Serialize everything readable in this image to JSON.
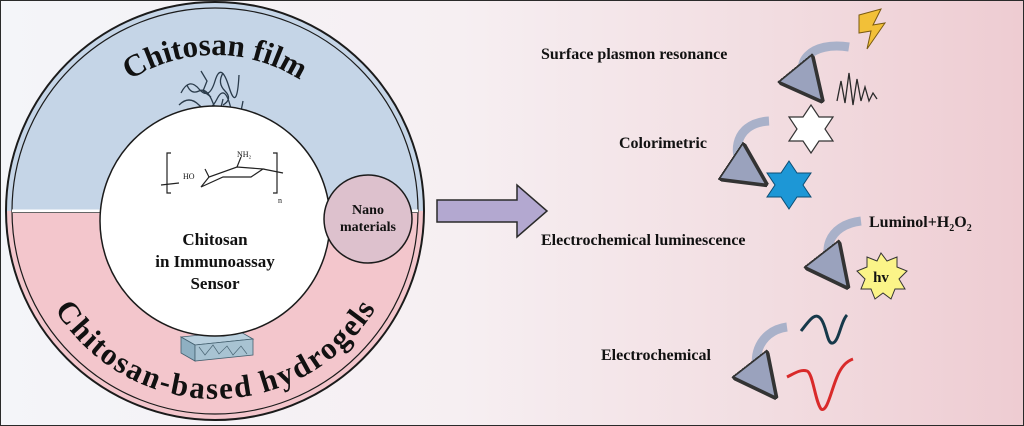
{
  "outer_ring": {
    "top_label": "Chitosan film",
    "bottom_label": "Chitosan-based hydrogels"
  },
  "center": {
    "line1": "Chitosan",
    "line2": "in Immunoassay",
    "line3": "Sensor",
    "structure_oh": "HO",
    "structure_nh2": "NH₂",
    "structure_n": "n"
  },
  "nano_circle": {
    "line1": "Nano",
    "line2": "materials"
  },
  "methods": {
    "spr": "Surface plasmon resonance",
    "colorimetric": "Colorimetric",
    "ecl": "Electrochemical luminescence",
    "luminol": "Luminol+H",
    "luminol_sub1": "2",
    "luminol_o": "O",
    "luminol_sub2": "2",
    "hv": "hv",
    "electrochemical": "Electrochemical"
  },
  "colors": {
    "film": "#c5d5e7",
    "hydrogel": "#f3c6cc",
    "nano": "#ddc1cd",
    "arrow": "#b3a8d0",
    "curved_arrow": "#a9b1c9",
    "star_blue": "#1d97d6",
    "starburst": "#fbf488",
    "lightning": "#f2c038",
    "wave_dark": "#16394a",
    "wave_red": "#d92a2a"
  },
  "icons": [
    "lightning-icon",
    "spectrum-wave-icon",
    "outline-star-icon",
    "blue-star-icon",
    "hv-starburst-icon",
    "dark-wave-icon",
    "red-wave-icon",
    "polymer-chain-icon",
    "hydrogel-block-icon"
  ]
}
